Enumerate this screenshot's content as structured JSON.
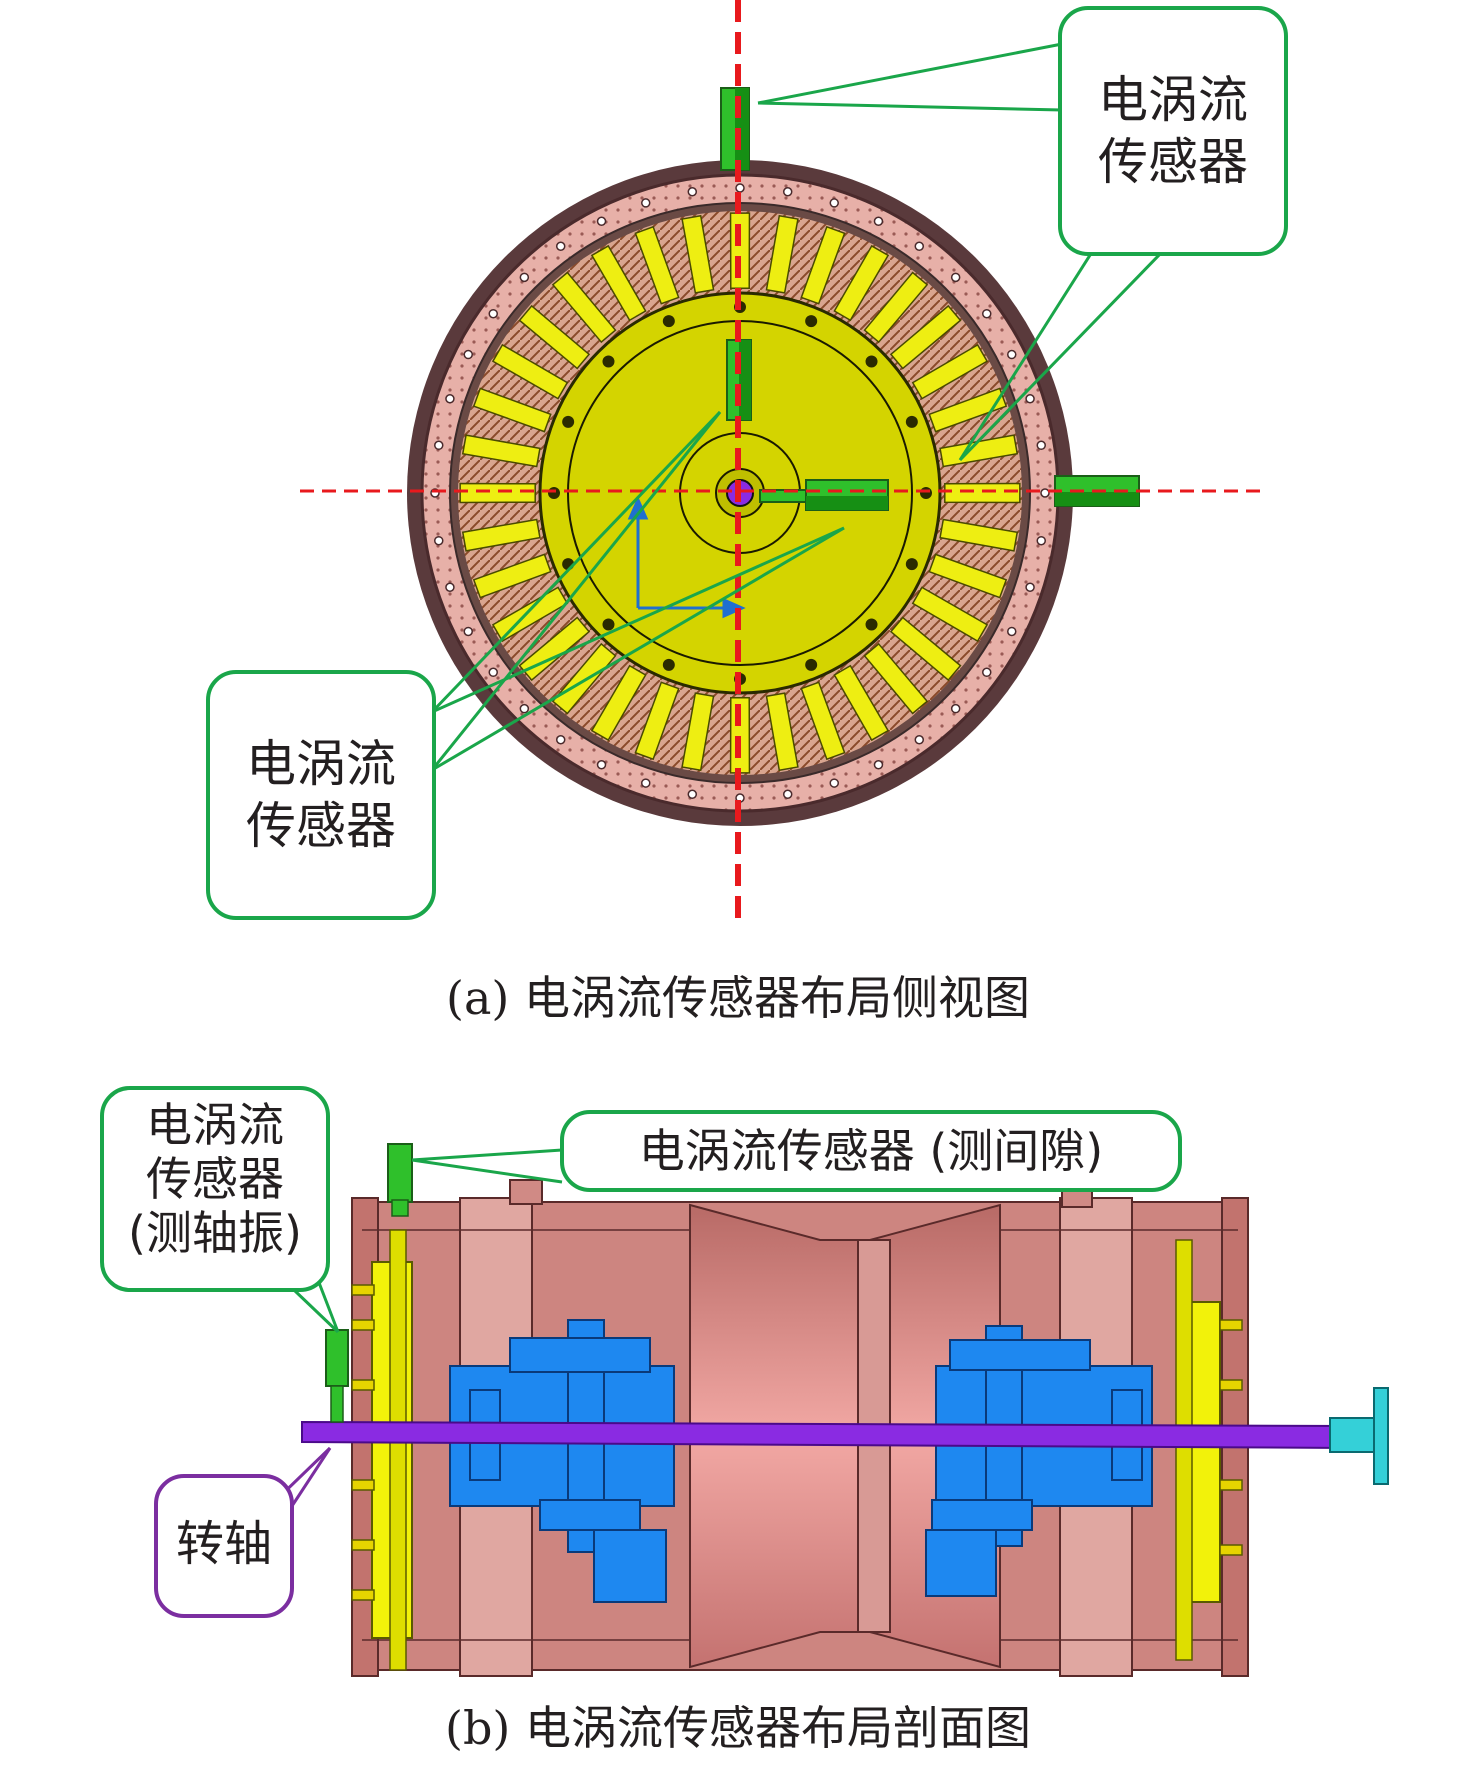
{
  "figure_a": {
    "caption": "(a) 电涡流传感器布局侧视图",
    "callout_top_right": {
      "line1": "电涡流",
      "line2": "传感器"
    },
    "callout_left": {
      "line1": "电涡流",
      "line2": "传感器"
    }
  },
  "figure_b": {
    "caption": "(b) 电涡流传感器布局剖面图",
    "callout_axial_vibration": {
      "line1": "电涡流",
      "line2": "传感器",
      "line3": "(测轴振)"
    },
    "callout_gap": {
      "text": "电涡流传感器 (测间隙)"
    },
    "callout_shaft": {
      "text": "转轴"
    }
  },
  "colors": {
    "callout_border": "#1aa64a",
    "shaft_callout_border": "#7b2ea0",
    "centerline": "#e8191d",
    "stator_yellow": "#e4e400",
    "housing_pink": "#c7857d",
    "sensor_green": "#2fc02b",
    "bearing_blue": "#1e88f0",
    "shaft_purple": "#8a2be2"
  }
}
